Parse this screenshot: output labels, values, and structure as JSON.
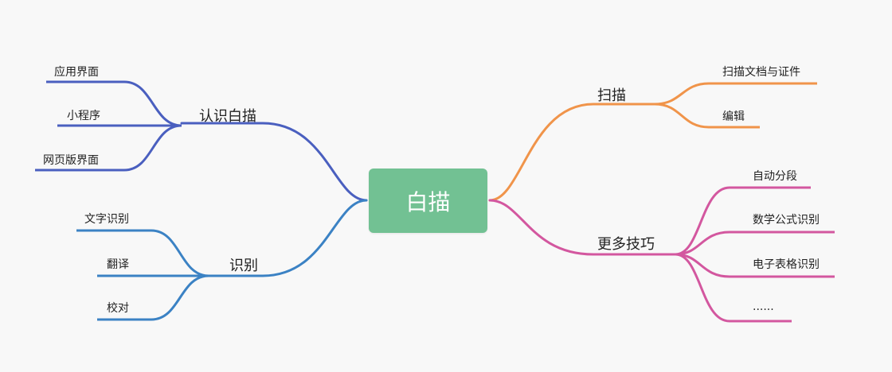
{
  "root": {
    "label": "白描",
    "color": "#72c193"
  },
  "branches": {
    "renshi": {
      "label": "认识白描",
      "color": "#4a5fbf",
      "children": [
        "应用界面",
        "小程序",
        "网页版界面"
      ]
    },
    "shibie": {
      "label": "识别",
      "color": "#3b82c4",
      "children": [
        "文字识别",
        "翻译",
        "校对"
      ]
    },
    "saomiao": {
      "label": "扫描",
      "color": "#f0944a",
      "children": [
        "扫描文档与证件",
        "编辑"
      ]
    },
    "gengduo": {
      "label": "更多技巧",
      "color": "#d3579f",
      "children": [
        "自动分段",
        "数学公式识别",
        "电子表格识别",
        "......"
      ]
    }
  }
}
